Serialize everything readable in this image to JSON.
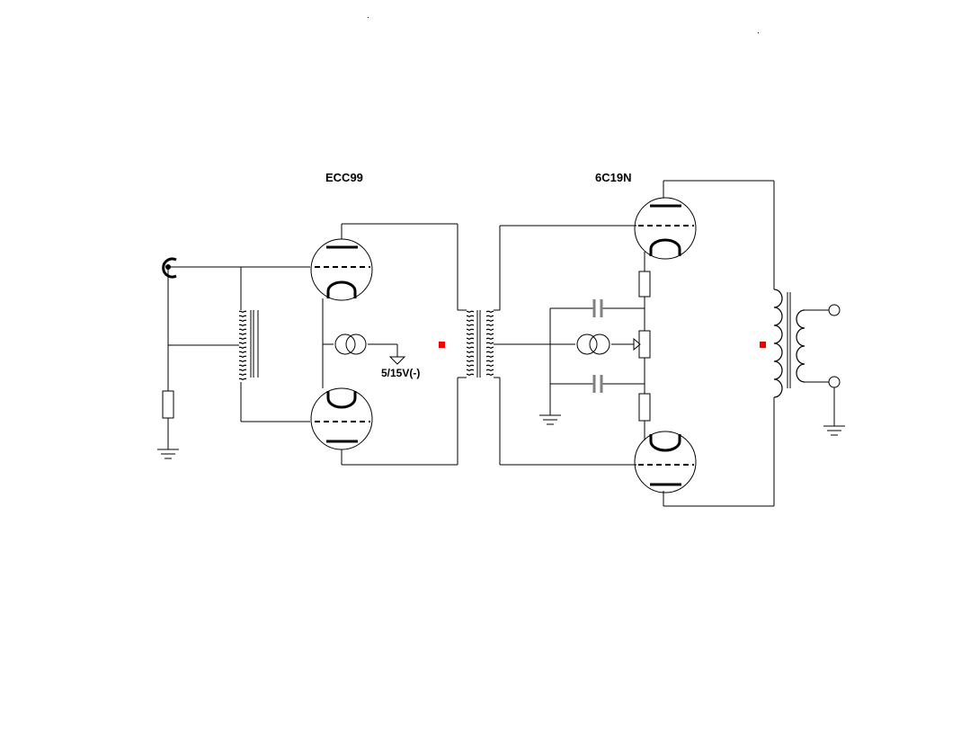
{
  "labels": {
    "input_tube": "ECC99",
    "output_tube": "6C19N",
    "bias_supply": "5/15V(-)"
  },
  "colors": {
    "wire": "#000000",
    "capacitor": "#808080",
    "marker": "#ee0000",
    "background": "#ffffff"
  }
}
